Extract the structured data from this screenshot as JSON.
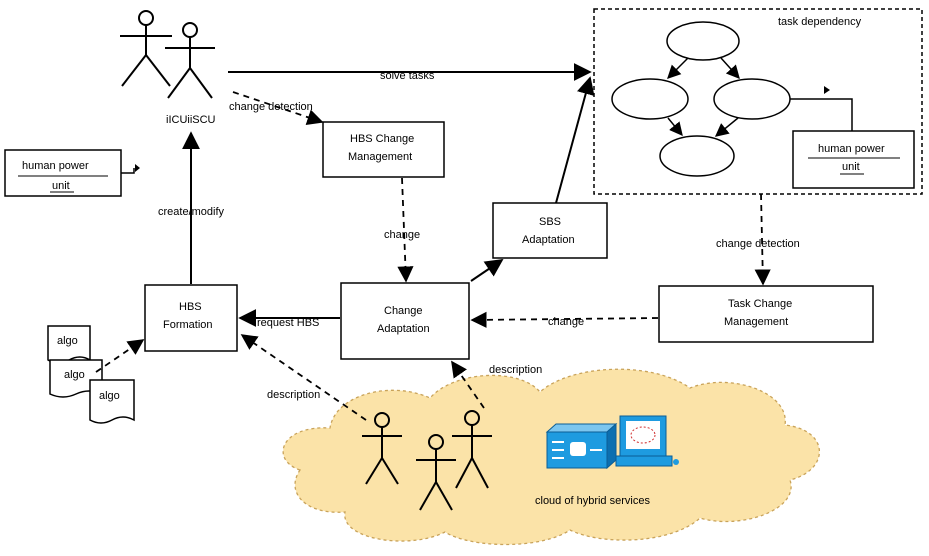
{
  "actors": {
    "ilcu_iscu_label": "iICUiiSCU"
  },
  "human_power_unit_left": {
    "title": "human power",
    "unit": "unit"
  },
  "human_power_unit_right": {
    "title": "human power",
    "unit": "unit"
  },
  "boxes": {
    "hbs_change_mgmt": [
      "HBS Change",
      "Management"
    ],
    "sbs_adaptation": [
      "SBS",
      "Adaptation"
    ],
    "change_adaptation": [
      "Change",
      "Adaptation"
    ],
    "hbs_formation": [
      "HBS",
      "Formation"
    ],
    "task_change_mgmt": [
      "Task Change",
      "Management"
    ]
  },
  "task_dependency": {
    "title": "task dependency"
  },
  "edges": {
    "solve_tasks": "solve tasks",
    "change_detection_top": "change detection",
    "change_mid": "change",
    "change_detection_right": "change detection",
    "change_right": "change",
    "request_hbs": "request HBS",
    "create_modify": "create/modify",
    "description_left": "description",
    "description_right": "description"
  },
  "algos": [
    "algo",
    "algo",
    "algo"
  ],
  "cloud": {
    "label": "cloud of hybrid services"
  },
  "colors": {
    "cloud_fill": "#fbe3a8",
    "cloud_stroke": "#c9a35a",
    "server_blue": "#1e9be0"
  }
}
